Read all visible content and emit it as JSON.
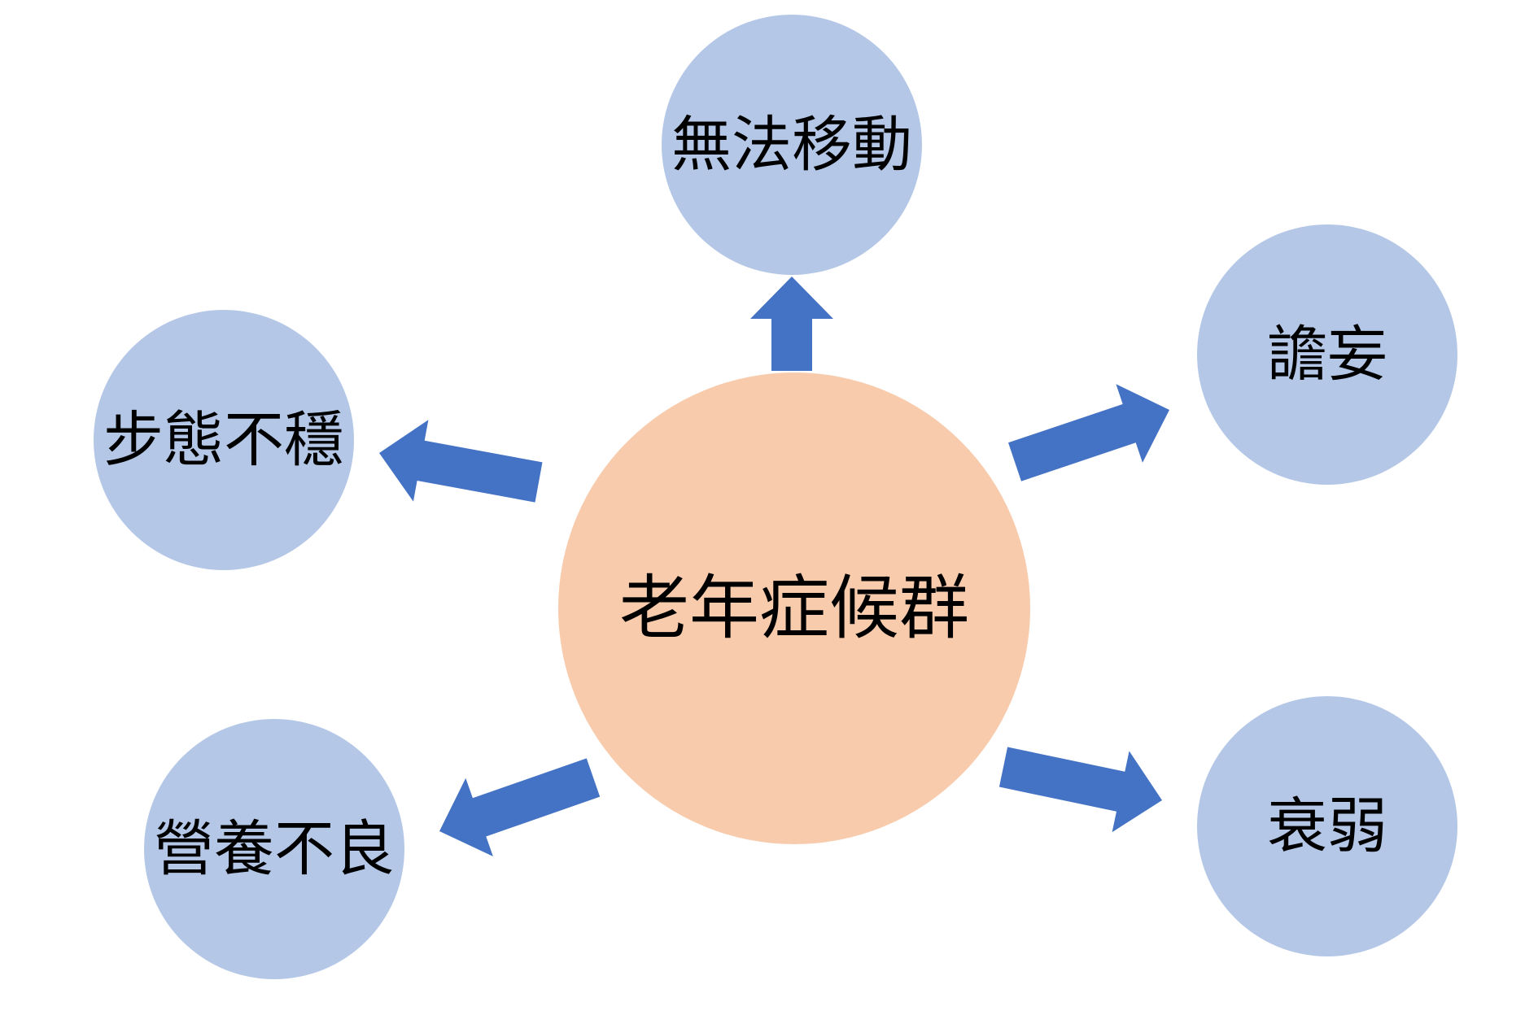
{
  "diagram": {
    "center": {
      "label": "老年症候群"
    },
    "nodes": [
      {
        "label": "無法移動"
      },
      {
        "label": "譫妄"
      },
      {
        "label": "衰弱"
      },
      {
        "label": "營養不良"
      },
      {
        "label": "步態不穩"
      }
    ]
  },
  "colors": {
    "center_fill": "#F8CBAD",
    "node_fill": "#B4C7E7",
    "arrow_fill": "#4472C4"
  }
}
